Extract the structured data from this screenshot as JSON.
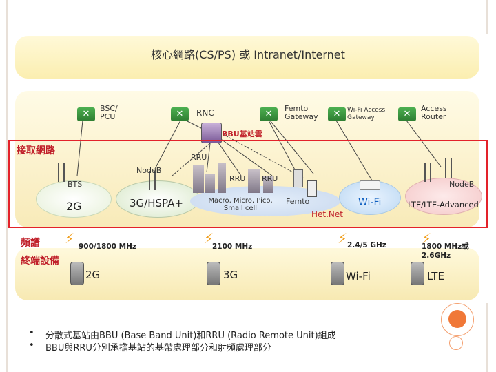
{
  "core": {
    "title": "核心網路(CS/PS) 或 Intranet/Internet"
  },
  "access": {
    "label": "接取網路",
    "nodes": {
      "bsc": "BSC/ PCU",
      "rnc": "RNC",
      "femto_gateway": "Femto Gateway",
      "wifi_gateway": "Wi-Fi Access Gateway",
      "access_router": "Access Router",
      "bbu": "BBU基站雲",
      "rru_top": "RRU",
      "nodeb_3g": "NodeB",
      "rru_left": "RRU",
      "rru_right": "RRU",
      "bts": "BTS",
      "nodeb_lte": "NodeB",
      "femto": "Femto"
    },
    "cells": {
      "c2g": "2G",
      "c3g": "3G/HSPA+",
      "macro": "Macro, Micro, Pico, Small cell",
      "hetnet": "Het.Net",
      "wifi": "Wi-Fi",
      "lte": "LTE/LTE-Advanced"
    }
  },
  "spectrum": {
    "label": "頻譜",
    "bands": [
      "900/1800 MHz",
      "2100 MHz",
      "2.4/5 GHz",
      "1800 MHz或2.6GHz"
    ]
  },
  "terminal": {
    "label": "終端設備",
    "devices": [
      "2G",
      "3G",
      "Wi-Fi",
      "LTE"
    ]
  },
  "bullets": [
    "分散式基站由BBU (Base Band Unit)和RRU (Radio Remote Unit)組成",
    "BBU與RRU分別承擔基站的基帶處理部分和射頻處理部分"
  ],
  "colors": {
    "accent_red": "#c0202a",
    "router_green": "#2e7d32",
    "bolt_orange": "#f0a020",
    "deco_orange": "#f07838"
  }
}
